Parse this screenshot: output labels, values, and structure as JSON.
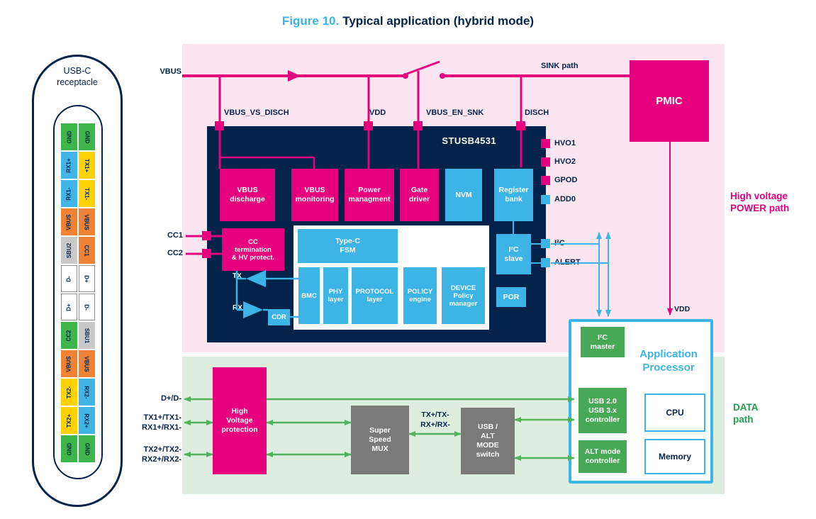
{
  "title": {
    "figure_label": "Figure 10.",
    "figure_title": "Typical application (hybrid mode)"
  },
  "colors": {
    "magenta": "#e6007e",
    "navy": "#03234b",
    "light_blue": "#3cb4e6",
    "green_box": "#47a855",
    "green_line": "#52b35f",
    "gray_box": "#7a7a7a",
    "pink_background": "#fbe5f1",
    "green_background": "#ddeedf",
    "power_path_label": "#e6007e",
    "data_path_label": "#1e9e4e",
    "pin_green": "#3db54a",
    "pin_cyan": "#41b6e6",
    "pin_yellow": "#ffd200",
    "pin_orange": "#ef8234",
    "pin_gray": "#c9c9c9",
    "pin_white": "#ffffff"
  },
  "receptacle": {
    "label_lines": [
      "USB-C",
      "receptacle"
    ],
    "pins_left": [
      {
        "label": "GND",
        "color": "#3db54a"
      },
      {
        "label": "RX1+",
        "color": "#41b6e6"
      },
      {
        "label": "RX1-",
        "color": "#41b6e6"
      },
      {
        "label": "VBUS",
        "color": "#ef8234"
      },
      {
        "label": "SBU2",
        "color": "#c9c9c9"
      },
      {
        "label": "D-",
        "color": "#ffffff"
      },
      {
        "label": "D+",
        "color": "#ffffff"
      },
      {
        "label": "CC2",
        "color": "#3db54a"
      },
      {
        "label": "VBUS",
        "color": "#ef8234"
      },
      {
        "label": "TX2-",
        "color": "#ffd200"
      },
      {
        "label": "TX2+",
        "color": "#ffd200"
      },
      {
        "label": "GND",
        "color": "#3db54a"
      }
    ],
    "pins_right": [
      {
        "label": "GND",
        "color": "#3db54a"
      },
      {
        "label": "TX1+",
        "color": "#ffd200"
      },
      {
        "label": "TX1-",
        "color": "#ffd200"
      },
      {
        "label": "VBUS",
        "color": "#ef8234"
      },
      {
        "label": "CC1",
        "color": "#ef8234"
      },
      {
        "label": "D+",
        "color": "#ffffff"
      },
      {
        "label": "D-",
        "color": "#ffffff"
      },
      {
        "label": "SBU1",
        "color": "#c9c9c9"
      },
      {
        "label": "VBUS",
        "color": "#ef8234"
      },
      {
        "label": "RX2-",
        "color": "#41b6e6"
      },
      {
        "label": "RX2+",
        "color": "#41b6e6"
      },
      {
        "label": "GND",
        "color": "#3db54a"
      }
    ]
  },
  "power_path": {
    "vbus": "VBUS",
    "sink_path": "SINK path",
    "pmic": "PMIC",
    "vdd_line": "VDD",
    "side_label_lines": [
      "High voltage",
      "POWER path"
    ]
  },
  "stusb": {
    "name": "STUSB4531",
    "pins": {
      "vbus_vs_disch": "VBUS_VS_DISCH",
      "vdd": "VDD",
      "vbus_en_snk": "VBUS_EN_SNK",
      "disch": "DISCH",
      "cc1": "CC1",
      "cc2": "CC2",
      "hvo1": "HVO1",
      "hvo2": "HVO2",
      "gpod": "GPOD",
      "add0": "ADD0",
      "i2c": "I²C",
      "alert": "ALERT"
    },
    "tx": "TX",
    "rx": "RX",
    "blocks": {
      "vbus_discharge": [
        "VBUS",
        "discharge"
      ],
      "vbus_monitoring": [
        "VBUS",
        "monitoring"
      ],
      "power_mgmt": [
        "Power",
        "managment"
      ],
      "gate_driver": [
        "Gate",
        "driver"
      ],
      "nvm": [
        "NVM"
      ],
      "register_bank": [
        "Register",
        "bank"
      ],
      "cc_term": [
        "CC",
        "termination",
        "& HV protect."
      ],
      "typec_fsm": [
        "Type-C",
        "FSM"
      ],
      "bmc": [
        "BMC"
      ],
      "phy": [
        "PHY",
        "layer"
      ],
      "protocol": [
        "PROTOCOL",
        "layer"
      ],
      "policy": [
        "POLICY",
        "engine"
      ],
      "device_policy": [
        "DEVICE",
        "Policy",
        "manager"
      ],
      "i2c_slave": [
        "I²C",
        "slave"
      ],
      "por": [
        "POR"
      ],
      "cdr": [
        "CDR"
      ]
    }
  },
  "data_path": {
    "labels": {
      "dp_dm": "D+/D-",
      "tx1_rx1": [
        "TX1+/TX1-",
        "RX1+/RX1-"
      ],
      "tx2_rx2": [
        "TX2+/TX2-",
        "RX2+/RX2-"
      ],
      "tx_rx": [
        "TX+/TX-",
        "RX+/RX-"
      ]
    },
    "hv_protection": [
      "High",
      "Voltage",
      "protection"
    ],
    "ss_mux": [
      "Super",
      "Speed",
      "MUX"
    ],
    "usb_alt_switch": [
      "USB /",
      "ALT",
      "MODE",
      "switch"
    ],
    "side_label_lines": [
      "DATA",
      "path"
    ]
  },
  "app_processor": {
    "title_lines": [
      "Application",
      "Processor"
    ],
    "i2c_master": [
      "I²C",
      "master"
    ],
    "usb_controller": [
      "USB 2.0",
      "USB 3.x",
      "controller"
    ],
    "alt_controller": [
      "ALT mode",
      "controller"
    ],
    "cpu": "CPU",
    "memory": "Memory"
  }
}
